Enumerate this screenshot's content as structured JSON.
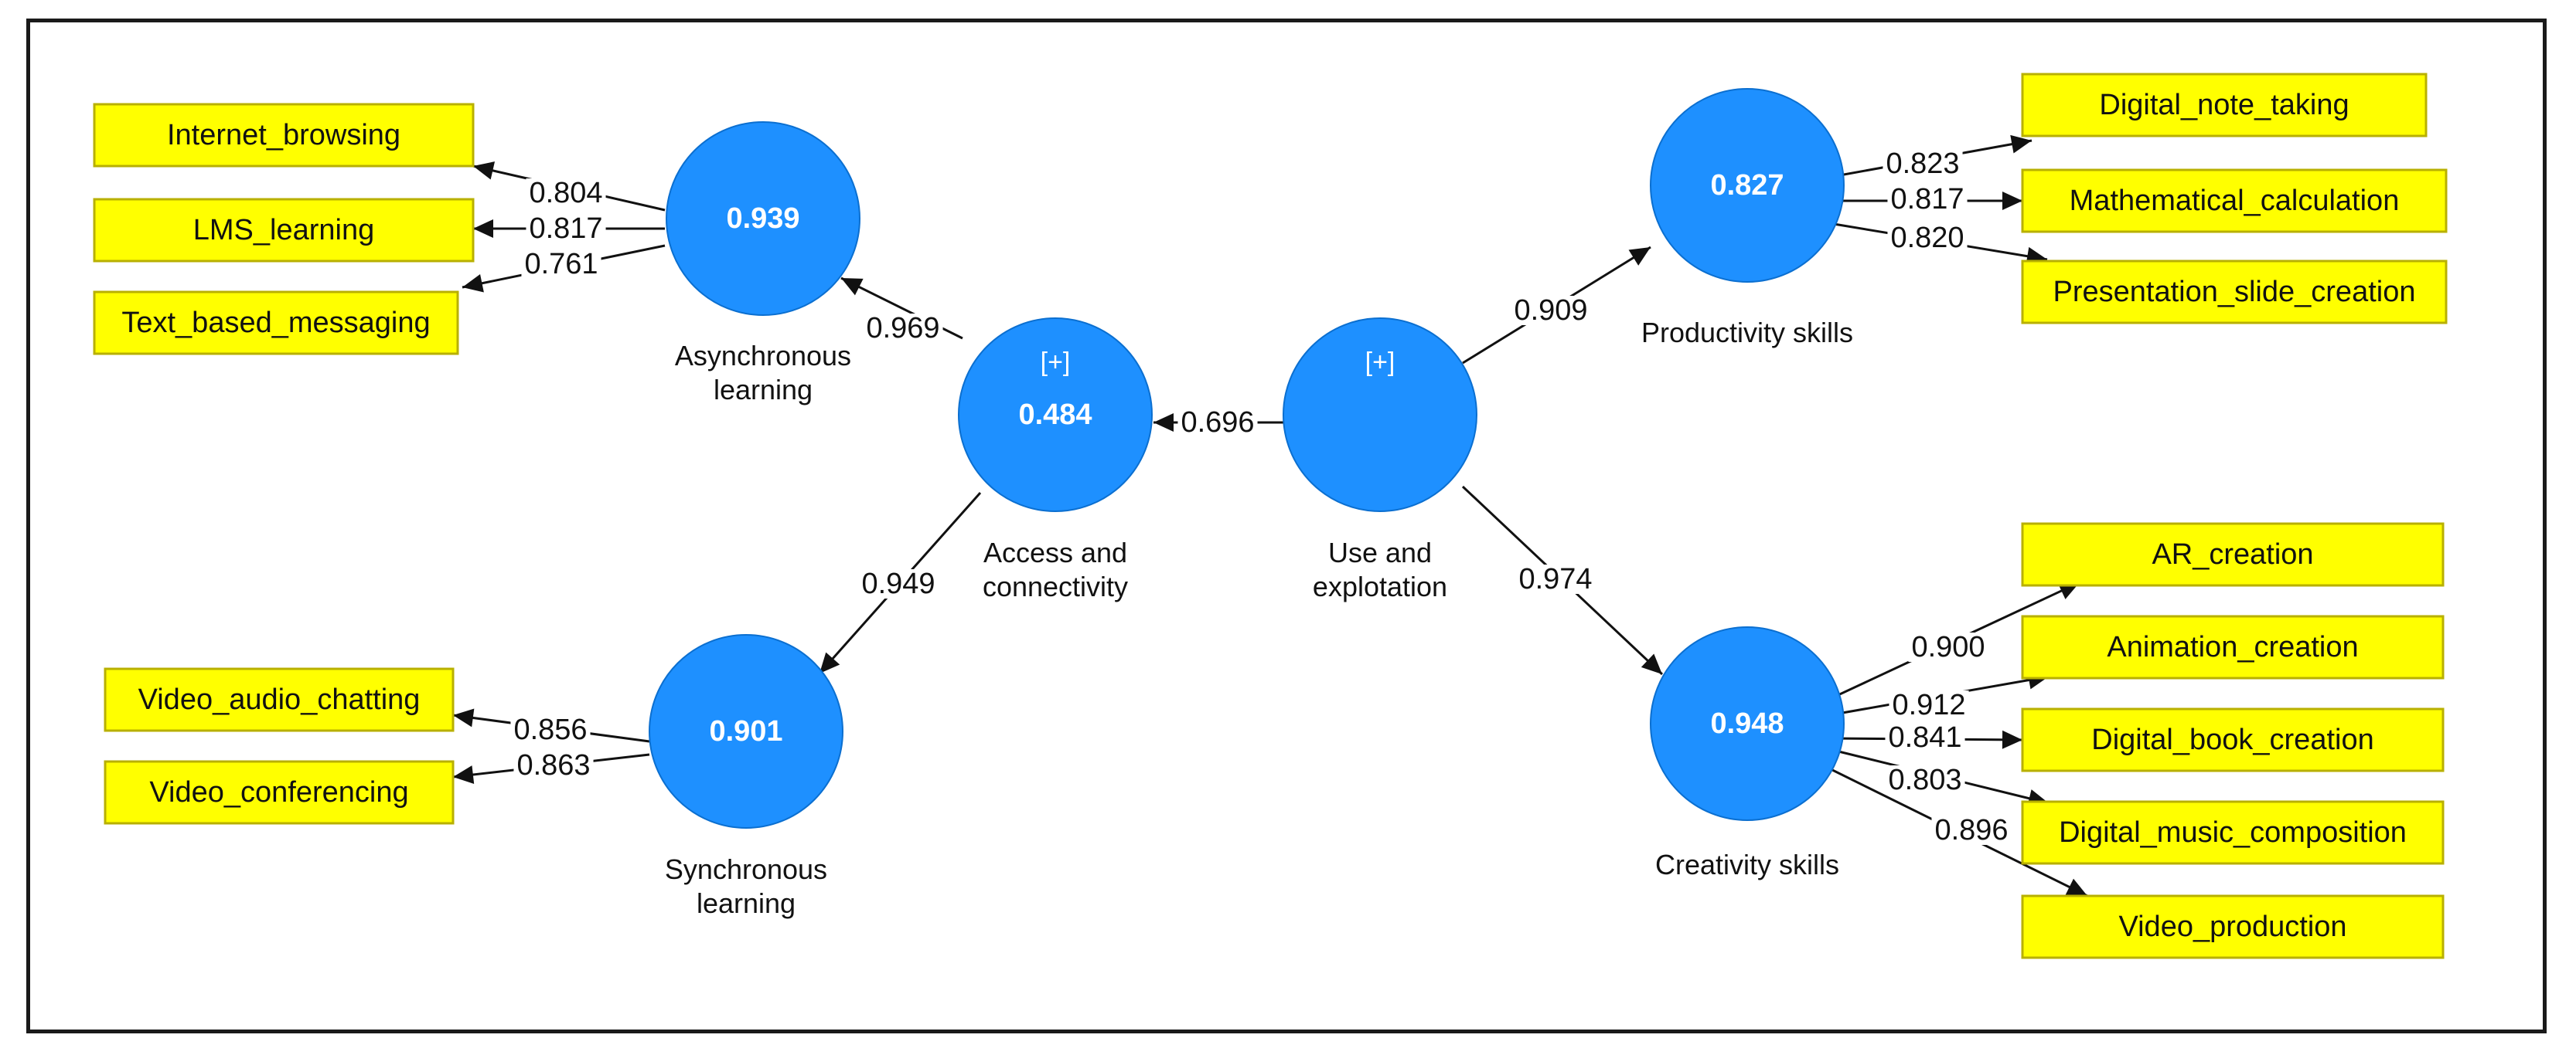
{
  "constructs": [
    {
      "id": "async",
      "value": "0.939",
      "tag": "",
      "label": [
        "Asynchronous",
        "learning"
      ]
    },
    {
      "id": "access",
      "value": "0.484",
      "tag": "[+]",
      "label": [
        "Access and",
        "connectivity"
      ]
    },
    {
      "id": "sync",
      "value": "0.901",
      "tag": "",
      "label": [
        "Synchronous",
        "learning"
      ]
    },
    {
      "id": "use",
      "value": "",
      "tag": "[+]",
      "label": [
        "Use and",
        "explotation"
      ]
    },
    {
      "id": "prod",
      "value": "0.827",
      "tag": "",
      "label": [
        "Productivity skills"
      ]
    },
    {
      "id": "creat",
      "value": "0.948",
      "tag": "",
      "label": [
        "Creativity skills"
      ]
    }
  ],
  "indicators": [
    {
      "id": "internet",
      "label": "Internet_browsing"
    },
    {
      "id": "lms",
      "label": "LMS_learning"
    },
    {
      "id": "text",
      "label": "Text_based_messaging"
    },
    {
      "id": "vachat",
      "label": "Video_audio_chatting"
    },
    {
      "id": "vconf",
      "label": "Video_conferencing"
    },
    {
      "id": "note",
      "label": "Digital_note_taking"
    },
    {
      "id": "math",
      "label": "Mathematical_calculation"
    },
    {
      "id": "slide",
      "label": "Presentation_slide_creation"
    },
    {
      "id": "ar",
      "label": "AR_creation"
    },
    {
      "id": "anim",
      "label": "Animation_creation"
    },
    {
      "id": "book",
      "label": "Digital_book_creation"
    },
    {
      "id": "music",
      "label": "Digital_music_composition"
    },
    {
      "id": "video",
      "label": "Video_production"
    }
  ],
  "structural_paths": [
    {
      "from": "access",
      "to": "async",
      "coef": "0.969"
    },
    {
      "from": "access",
      "to": "sync",
      "coef": "0.949"
    },
    {
      "from": "use",
      "to": "access",
      "coef": "0.696"
    },
    {
      "from": "use",
      "to": "prod",
      "coef": "0.909"
    },
    {
      "from": "use",
      "to": "creat",
      "coef": "0.974"
    }
  ],
  "loadings": [
    {
      "from": "async",
      "to": "internet",
      "coef": "0.804"
    },
    {
      "from": "async",
      "to": "lms",
      "coef": "0.817"
    },
    {
      "from": "async",
      "to": "text",
      "coef": "0.761"
    },
    {
      "from": "sync",
      "to": "vachat",
      "coef": "0.856"
    },
    {
      "from": "sync",
      "to": "vconf",
      "coef": "0.863"
    },
    {
      "from": "prod",
      "to": "note",
      "coef": "0.823"
    },
    {
      "from": "prod",
      "to": "math",
      "coef": "0.817"
    },
    {
      "from": "prod",
      "to": "slide",
      "coef": "0.820"
    },
    {
      "from": "creat",
      "to": "ar",
      "coef": "0.900"
    },
    {
      "from": "creat",
      "to": "anim",
      "coef": "0.912"
    },
    {
      "from": "creat",
      "to": "book",
      "coef": "0.841"
    },
    {
      "from": "creat",
      "to": "music",
      "coef": "0.803"
    },
    {
      "from": "creat",
      "to": "video",
      "coef": "0.896"
    }
  ],
  "colors": {
    "construct": "#1e90ff",
    "indicator_fill": "#ffff00",
    "indicator_border": "#b8b000",
    "line": "#111111"
  }
}
